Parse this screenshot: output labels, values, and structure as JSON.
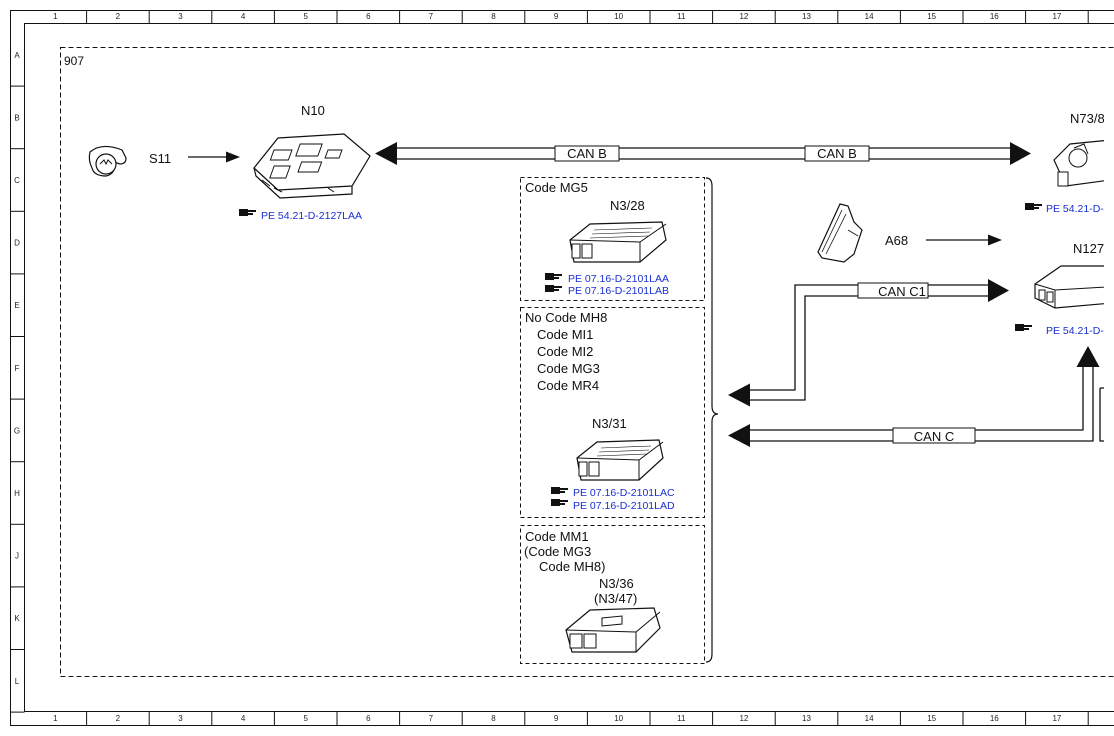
{
  "border": {
    "columns": [
      "1",
      "2",
      "3",
      "4",
      "5",
      "6",
      "7",
      "8",
      "9",
      "10",
      "11",
      "12",
      "13",
      "14",
      "15",
      "16",
      "17"
    ],
    "rows": [
      "A",
      "B",
      "C",
      "D",
      "E",
      "F",
      "G",
      "H",
      "J",
      "K",
      "L"
    ]
  },
  "area_label": "907",
  "components": {
    "s11": {
      "label": "S11"
    },
    "n10": {
      "label": "N10",
      "ref": "PE 54.21-D-2127LAA"
    },
    "n73": {
      "label": "N73/8",
      "ref": "PE 54.21-D-"
    },
    "a68": {
      "label": "A68"
    },
    "n127": {
      "label": "N127",
      "ref": "PE 54.21-D-"
    },
    "n3_28": {
      "label": "N3/28",
      "refs": [
        "PE 07.16-D-2101LAA",
        "PE 07.16-D-2101LAB"
      ]
    },
    "n3_31": {
      "label": "N3/31",
      "refs": [
        "PE 07.16-D-2101LAC",
        "PE 07.16-D-2101LAD"
      ]
    },
    "n3_36": {
      "label_1": "N3/36",
      "label_2": "(N3/47)"
    }
  },
  "variants": {
    "mg5": {
      "title": "Code MG5"
    },
    "mh8": {
      "title": "No Code MH8",
      "codes": [
        "Code MI1",
        "Code MI2",
        "Code MG3",
        "Code MR4"
      ]
    },
    "mm1": {
      "line1": "Code MM1",
      "line2": "(Code MG3",
      "line3": "Code MH8)"
    }
  },
  "buses": {
    "can_b_1": "CAN B",
    "can_b_2": "CAN B",
    "can_c1": "CAN C1",
    "can_c": "CAN C"
  },
  "colors": {
    "reference_link": "#1a2fd0",
    "line": "#111111"
  }
}
